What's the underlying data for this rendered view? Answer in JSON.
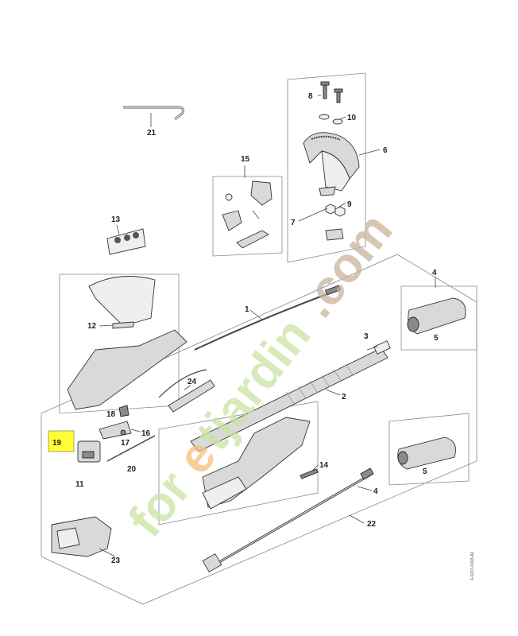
{
  "diagram": {
    "labels": {
      "l1": "1",
      "l2": "2",
      "l3": "3",
      "l4a": "4",
      "l4b": "4",
      "l5a": "5",
      "l5b": "5",
      "l6": "6",
      "l7": "7",
      "l8": "8",
      "l9": "9",
      "l10": "10",
      "l11": "11",
      "l12": "12",
      "l13": "13",
      "l14": "14",
      "l15": "15",
      "l16": "16",
      "l17": "17",
      "l18": "18",
      "l19": "19",
      "l20": "20",
      "l21": "21",
      "l22": "22",
      "l23": "23",
      "l24": "24"
    },
    "highlighted_label": "19",
    "highlight_color": "#ffff33",
    "watermark": {
      "part1": "for",
      "part2": "e",
      "part3": "tjardin",
      "part4": ".com",
      "green": "#c9e3a4",
      "orange": "#f6c07a",
      "tan": "#c8b59a"
    },
    "drawing_code": "4-0207-0003-A0"
  }
}
